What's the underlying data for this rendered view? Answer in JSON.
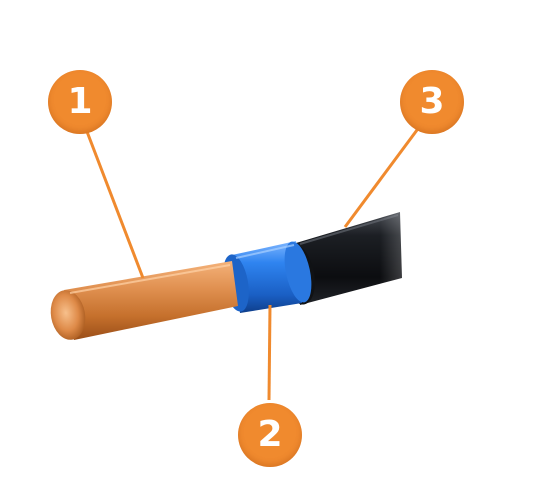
{
  "callouts": [
    {
      "label": "1",
      "part": "copper-conductor"
    },
    {
      "label": "2",
      "part": "blue-insulation"
    },
    {
      "label": "3",
      "part": "black-outer-sheath"
    }
  ],
  "colors": {
    "callout": "#f08a2e",
    "copper": "#d9853f",
    "insulation": "#1f6fd1",
    "sheath": "#16181c"
  }
}
